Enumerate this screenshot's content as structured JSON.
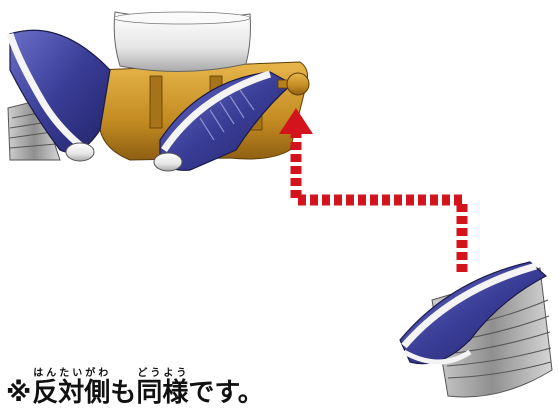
{
  "note": {
    "mark": "※",
    "word1": "反対側",
    "reading1": "はんたいがわ",
    "particle": "も",
    "word2": "同様",
    "reading2": "どうよう",
    "ending": "です。"
  },
  "colors": {
    "armor_blue": "#3c3f9a",
    "armor_white": "#f2f2f2",
    "base_gold": "#c8962e",
    "arrow_red": "#d4141c"
  },
  "icons": {
    "arrow": "dashed-up-arrow-icon"
  }
}
